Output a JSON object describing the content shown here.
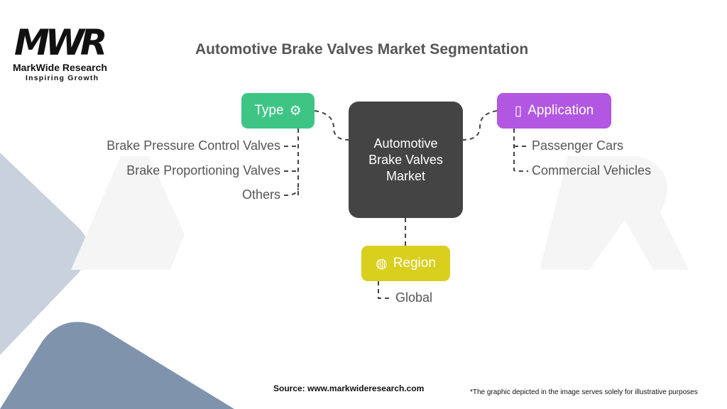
{
  "logo": {
    "mark": "MWR",
    "name": "MarkWide Research",
    "tagline": "Inspiring Growth"
  },
  "title": "Automotive Brake Valves Market Segmentation",
  "center": {
    "label": "Automotive Brake Valves Market"
  },
  "segments": {
    "type": {
      "label": "Type",
      "icon": "engine-valve-icon",
      "color": "#3ec585",
      "items": [
        "Brake Pressure Control Valves",
        "Brake Proportioning Valves",
        "Others"
      ]
    },
    "application": {
      "label": "Application",
      "icon": "device-car-icon",
      "color": "#b257e1",
      "items": [
        "Passenger Cars",
        "Commercial Vehicles"
      ]
    },
    "region": {
      "label": "Region",
      "icon": "globe-icon",
      "color": "#d9cf1d",
      "items": [
        "Global"
      ]
    }
  },
  "footer": {
    "source": "Source: www.markwideresearch.com",
    "note": "*The graphic depicted in the image serves solely for illustrative purposes"
  }
}
